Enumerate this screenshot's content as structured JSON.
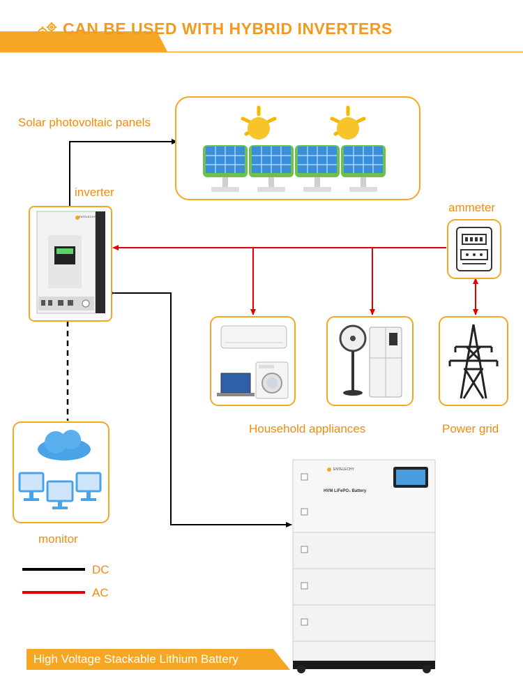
{
  "header": {
    "title": "CAN BE USED WITH HYBRID INVERTERS",
    "icon": "gears-icon",
    "accent": "#f5a623"
  },
  "labels": {
    "solar": "Solar photovoltaic panels",
    "inverter": "inverter",
    "ammeter": "ammeter",
    "household": "Household appliances",
    "grid": "Power grid",
    "monitor": "monitor"
  },
  "inverter_device": {
    "brand": "ENTELECHY"
  },
  "battery": {
    "brand": "ENTELECHY",
    "model": "HVM LiFePO₄ Battery"
  },
  "legend": [
    {
      "label": "DC",
      "color": "#000000"
    },
    {
      "label": "AC",
      "color": "#e00000"
    }
  ],
  "footer": {
    "label": "High Voltage Stackable Lithium Battery"
  }
}
